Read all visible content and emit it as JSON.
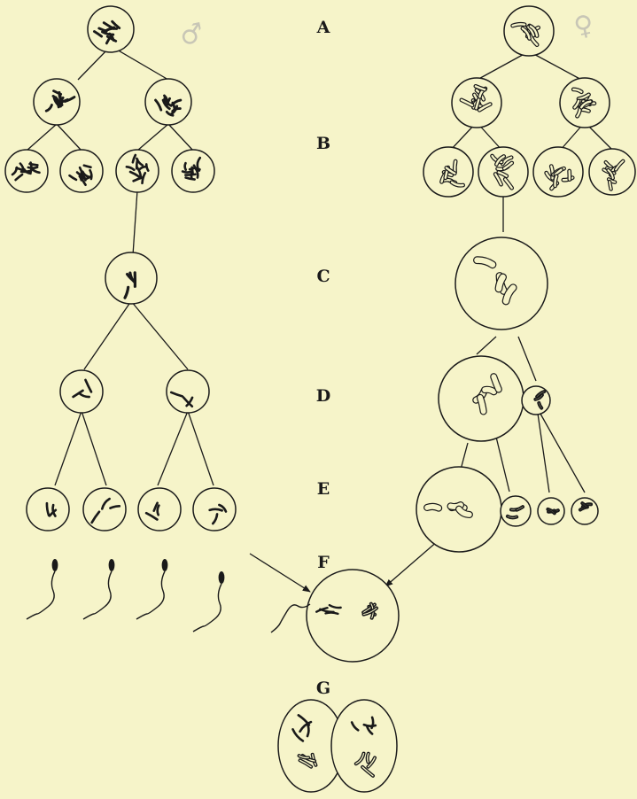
{
  "labels": {
    "stage_a": "A",
    "stage_b": "B",
    "stage_c": "C",
    "stage_d": "D",
    "stage_e": "E",
    "stage_f": "F",
    "stage_g": "G"
  },
  "sex_symbols": {
    "male": "♂",
    "female": "♀"
  },
  "colors": {
    "background": "#f6f4c9",
    "ink": "#1a1a1a",
    "faint_mark": "#c8c6b6"
  }
}
